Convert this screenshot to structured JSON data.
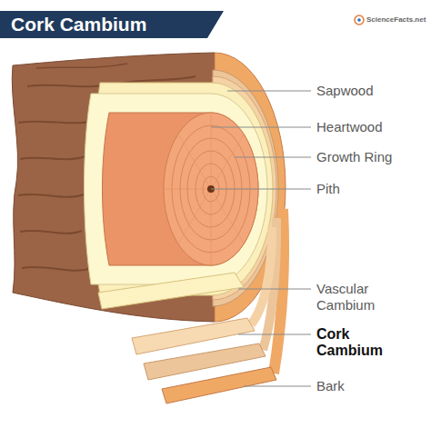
{
  "diagram": {
    "title": "Cork Cambium",
    "labels": [
      "Sapwood",
      "Heartwood",
      "Growth Ring",
      "Pith",
      "Vascular Cambium",
      "Cork Cambium",
      "Bark",
      "ScienceFacts.net"
    ]
  }
}
